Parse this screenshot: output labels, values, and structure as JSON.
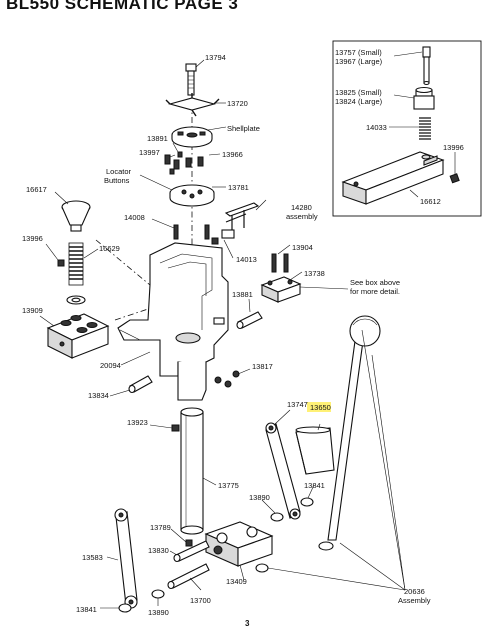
{
  "title": "BL550 SCHEMATIC PAGE 3",
  "page_number": "3",
  "highlight_color": "#fff176",
  "parts": {
    "p13794": "13794",
    "p13720": "13720",
    "shellplate": "Shellplate",
    "p13891": "13891",
    "p13997": "13997",
    "p13966": "13966",
    "locator": "Locator",
    "buttons": "Buttons",
    "p13781": "13781",
    "p16617": "16617",
    "p14280": "14280",
    "assembly": "assembly",
    "p14008": "14008",
    "p13996_left": "13996",
    "p16629": "16629",
    "p14013": "14013",
    "p13904": "13904",
    "p13738": "13738",
    "seebox1": "See box above",
    "seebox2": "for more detail.",
    "p13881": "13881",
    "p13909": "13909",
    "p20094": "20094",
    "p13817": "13817",
    "p13834": "13834",
    "p13747": "13747",
    "p13650": "13650",
    "p13923": "13923",
    "p13775": "13775",
    "p13890_upper": "13890",
    "p13841_right": "13841",
    "p13789": "13789",
    "p13830": "13830",
    "p13583": "13583",
    "p13409": "13409",
    "p13700": "13700",
    "p13841_left": "13841",
    "p13890_lower": "13890",
    "p20636": "20636",
    "assembly2": "Assembly"
  },
  "inset": {
    "p13757": "13757 (Small)",
    "p13967": "13967 (Large)",
    "p13825": "13825 (Small)",
    "p13824": "13824 (Large)",
    "p14033": "14033",
    "p13996": "13996",
    "p16612": "16612"
  }
}
